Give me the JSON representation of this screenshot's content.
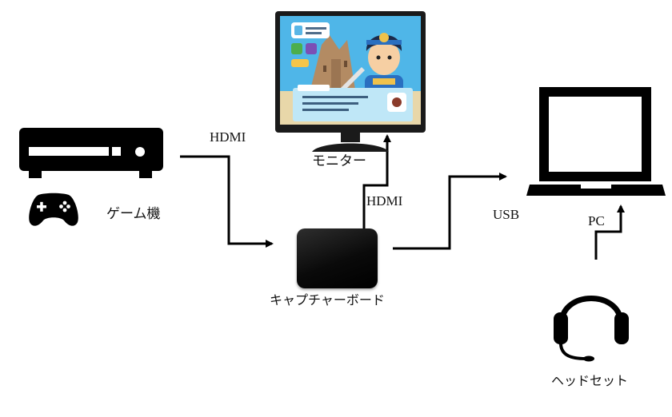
{
  "nodes": {
    "game_console": {
      "label": "ゲーム機"
    },
    "monitor": {
      "label": "モニター"
    },
    "capture_board": {
      "label": "キャプチャーボード"
    },
    "pc": {
      "label": ""
    },
    "headset": {
      "label": "ヘッドセット"
    }
  },
  "edges": {
    "console_to_capture": {
      "label": "HDMI"
    },
    "capture_to_monitor": {
      "label": "HDMI"
    },
    "capture_to_pc": {
      "label": "USB"
    },
    "headset_to_pc": {
      "label": "PC"
    }
  },
  "colors": {
    "line": "#000000",
    "monitor_frame": "#1a1a1a",
    "screen_sky": "#4fb6e8",
    "screen_panel": "#bfe7f7",
    "character_skin": "#f6cfa3",
    "character_armor": "#2a6fc0"
  }
}
